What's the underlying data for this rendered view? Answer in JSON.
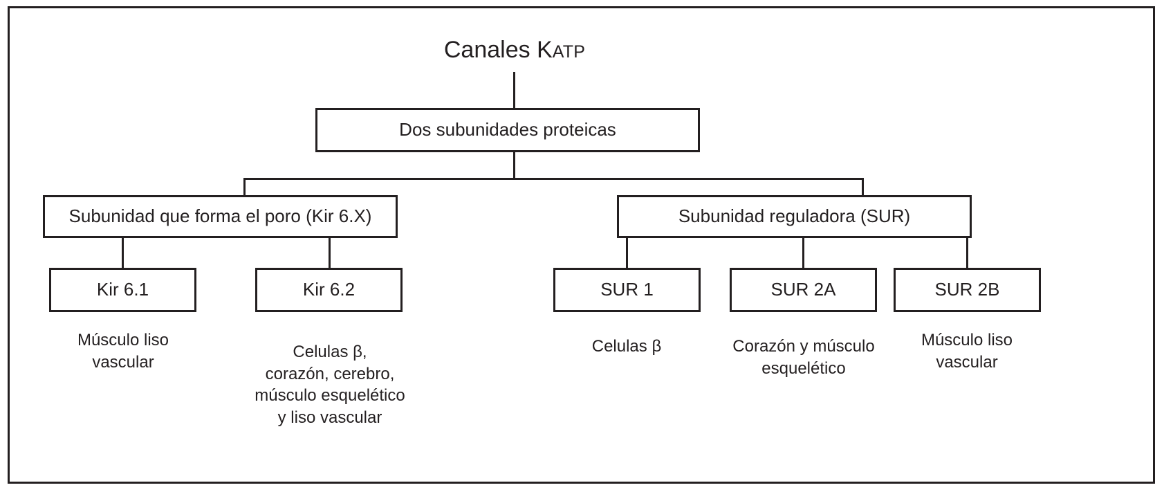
{
  "diagram": {
    "title": {
      "main": "Canales K",
      "subscript": "ATP"
    },
    "root": {
      "label": "Dos subunidades proteicas"
    },
    "branches": [
      {
        "label": "Subunidad que forma el poro (Kir 6.X)",
        "children": [
          {
            "label": "Kir 6.1",
            "caption_lines": [
              "Músculo liso",
              "vascular"
            ]
          },
          {
            "label": "Kir 6.2",
            "caption_lines": [
              "Celulas β,",
              "corazón, cerebro,",
              "músculo esquelético",
              "y liso vascular"
            ]
          }
        ]
      },
      {
        "label": "Subunidad reguladora (SUR)",
        "children": [
          {
            "label": "SUR 1",
            "caption_lines": [
              "Celulas β"
            ]
          },
          {
            "label": "SUR 2A",
            "caption_lines": [
              "Corazón y músculo",
              "esquelético"
            ]
          },
          {
            "label": "SUR 2B",
            "caption_lines": [
              "Músculo liso",
              "vascular"
            ]
          }
        ]
      }
    ],
    "colors": {
      "stroke": "#231f20",
      "background": "#ffffff",
      "text": "#231f20"
    }
  }
}
